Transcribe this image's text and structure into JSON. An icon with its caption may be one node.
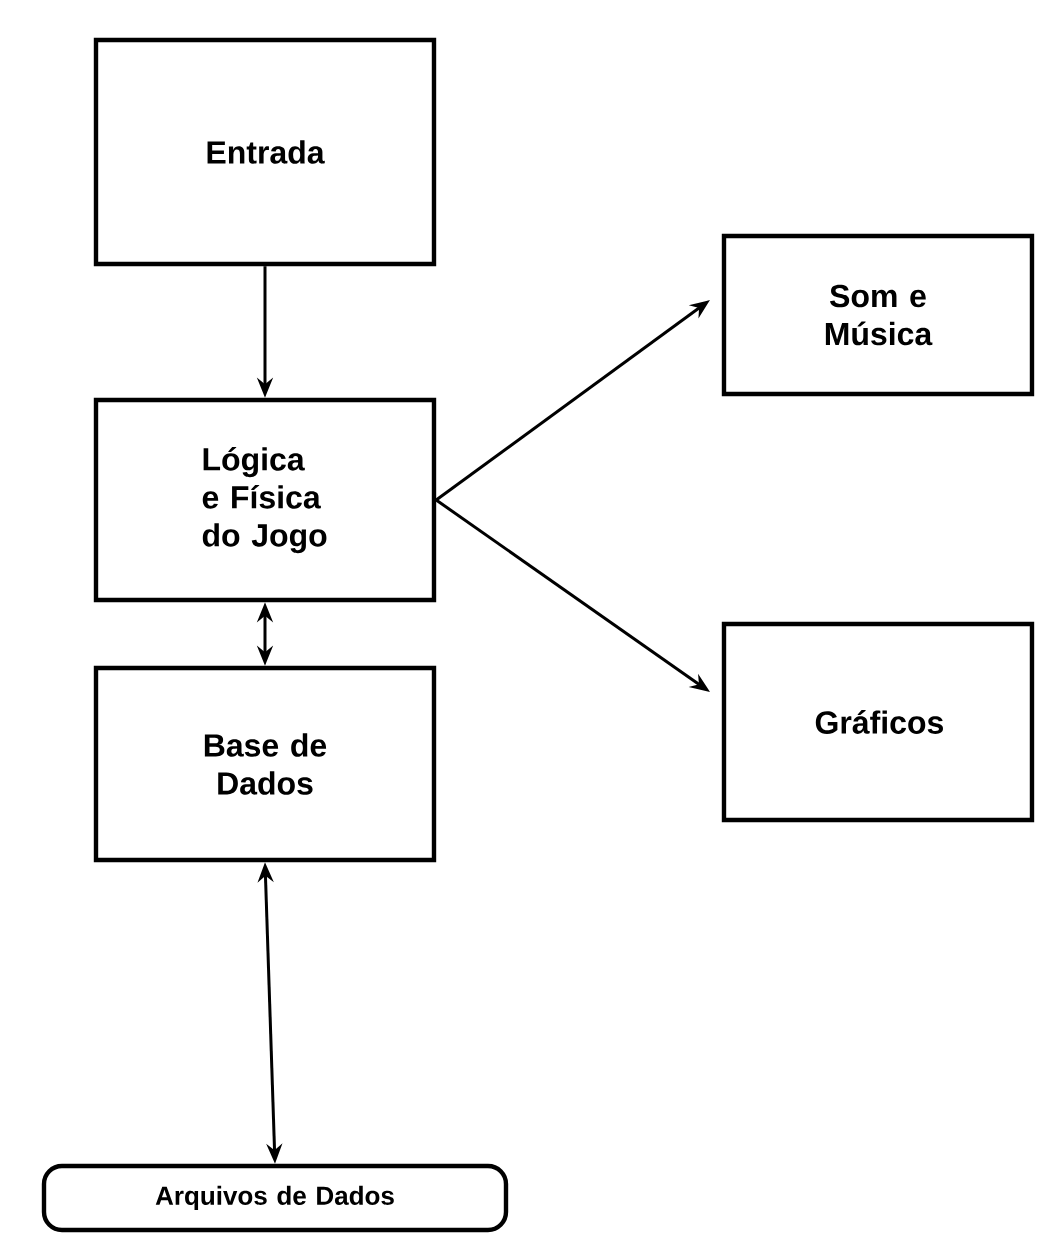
{
  "diagram": {
    "nodes": [
      {
        "text": [
          "Entrada"
        ]
      },
      {
        "text": [
          "Lógica e Física do Jogo"
        ]
      },
      {
        "text": [
          "Som e Música"
        ]
      },
      {
        "text": [
          "Gráficos"
        ]
      },
      {
        "text": [
          "Base de Dados"
        ]
      },
      {
        "text": [
          "Arquivos de Dados"
        ]
      }
    ],
    "edges": [
      {
        "from": 0,
        "to": 1,
        "arrow": "to"
      },
      {
        "from": 1,
        "to": 2,
        "arrow": "to"
      },
      {
        "from": 1,
        "to": 3,
        "arrow": "to"
      },
      {
        "from": 1,
        "to": 4,
        "arrow": "both"
      },
      {
        "from": 4,
        "to": 5,
        "arrow": "both"
      }
    ]
  }
}
